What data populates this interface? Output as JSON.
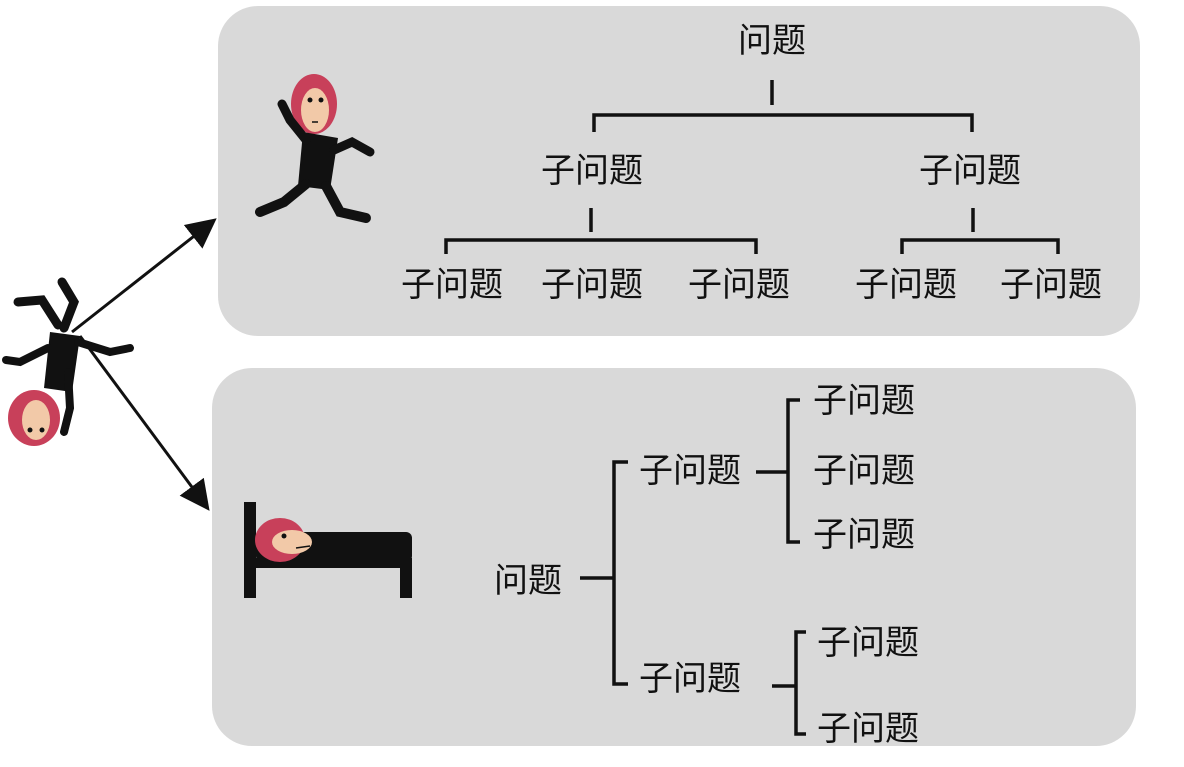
{
  "top_tree": {
    "root": "问题",
    "children": [
      {
        "label": "子问题",
        "children": [
          "子问题",
          "子问题",
          "子问题"
        ]
      },
      {
        "label": "子问题",
        "children": [
          "子问题",
          "子问题"
        ]
      }
    ]
  },
  "bottom_tree": {
    "root": "问题",
    "children": [
      {
        "label": "子问题",
        "children": [
          "子问题",
          "子问题",
          "子问题"
        ]
      },
      {
        "label": "子问题",
        "children": [
          "子问题",
          "子问题"
        ]
      }
    ]
  },
  "colors": {
    "panel": "#d9d9d9",
    "ink": "#111111",
    "monkey_face": "#c8405a",
    "monkey_skin": "#f2c9a8"
  },
  "icons": [
    "falling-monkey-icon",
    "running-monkey-icon",
    "sleeping-monkey-bed-icon"
  ]
}
